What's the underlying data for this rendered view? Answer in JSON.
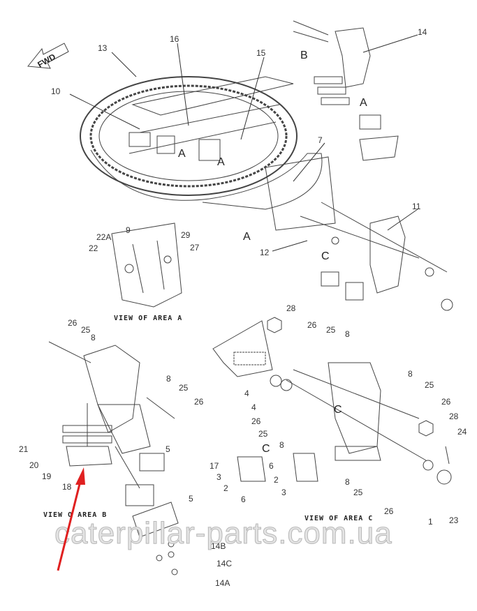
{
  "fwd": "FWD",
  "captions": {
    "area_a": "VIEW OF AREA A",
    "area_b": "VIEW O  AREA B",
    "area_c": "VIEW OF AREA C"
  },
  "watermark": "caterpillar-parts.com.ua",
  "accent_color": "#e02020",
  "top": [
    "13",
    "16",
    "15",
    "10",
    "14",
    "B",
    "A",
    "A",
    "A",
    "7",
    "11",
    "A",
    "12",
    "C"
  ],
  "area_a": [
    "22A",
    "22",
    "9",
    "29",
    "27"
  ],
  "area_b": [
    "26",
    "25",
    "8",
    "8",
    "25",
    "26",
    "21",
    "20",
    "19",
    "18",
    "5",
    "5",
    "14B",
    "14C",
    "14A"
  ],
  "area_c": [
    "28",
    "26",
    "25",
    "8",
    "4",
    "4",
    "C",
    "26",
    "25",
    "8",
    "C",
    "17",
    "3",
    "2",
    "6",
    "6",
    "2",
    "3",
    "8",
    "25",
    "26",
    "28",
    "24",
    "8",
    "25",
    "26",
    "1",
    "23"
  ]
}
